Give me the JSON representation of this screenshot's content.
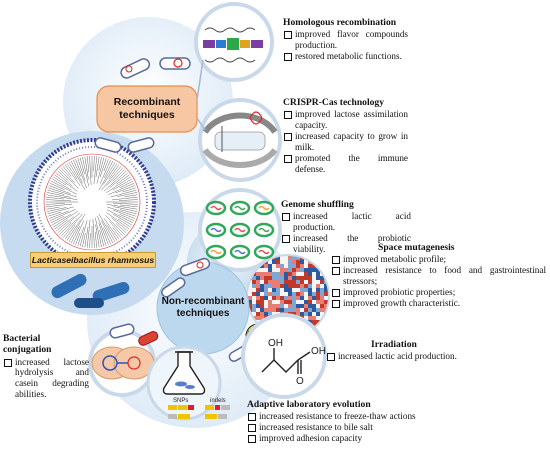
{
  "center": {
    "organism": "Lacticaseibacillus rhamnosus"
  },
  "hubs": {
    "recombinant": "Recombinant techniques",
    "non_recombinant": "Non-recombinant techniques"
  },
  "techniques": {
    "homologous_recombination": {
      "title": "Homologous recombination",
      "items": [
        "improved flavor compounds production.",
        "restored metabolic functions."
      ]
    },
    "crispr_cas": {
      "title": "CRISPR-Cas technology",
      "items": [
        "improved lactose assimilation capacity.",
        "increased capacity to grow in milk.",
        "promoted the immune defense."
      ]
    },
    "genome_shuffling": {
      "title": "Genome shuffling",
      "items": [
        "increased lactic acid production.",
        "increased the probiotic viability."
      ]
    },
    "space_mutagenesis": {
      "title": "Space mutagenesis",
      "items": [
        "improved metabolic profile;",
        "increased resistance to food and gastrointestinal stressors;",
        "improved probiotic properties;",
        "improved growth characteristic."
      ]
    },
    "irradiation": {
      "title": "Irradiation",
      "items": [
        "increased lactic acid production."
      ]
    },
    "bacterial_conjugation": {
      "title": "Bacterial conjugation",
      "items": [
        "increased lactose hydrolysis and casein degrading abilities."
      ]
    },
    "adaptive_evolution": {
      "title": "Adaptive laboratory evolution",
      "items": [
        "increased resistance to freeze-thaw actions",
        "increased resistance to bile salt",
        "improved adhesion capacity"
      ]
    }
  },
  "figure_labels": {
    "snps": "SNPs",
    "indels": "indels",
    "oh": "OH",
    "o": "O"
  },
  "colors": {
    "recombinant_hub": "#f7c7a4",
    "recombinant_border": "#e88c4d",
    "non_recombinant_hub": "#bcd8ee",
    "non_recombinant_border": "#9fc3e3",
    "lobe_fill": "#dbe9f6",
    "center_fill": "#b5d0ea",
    "organism_label_bg": "#f8cd73"
  }
}
